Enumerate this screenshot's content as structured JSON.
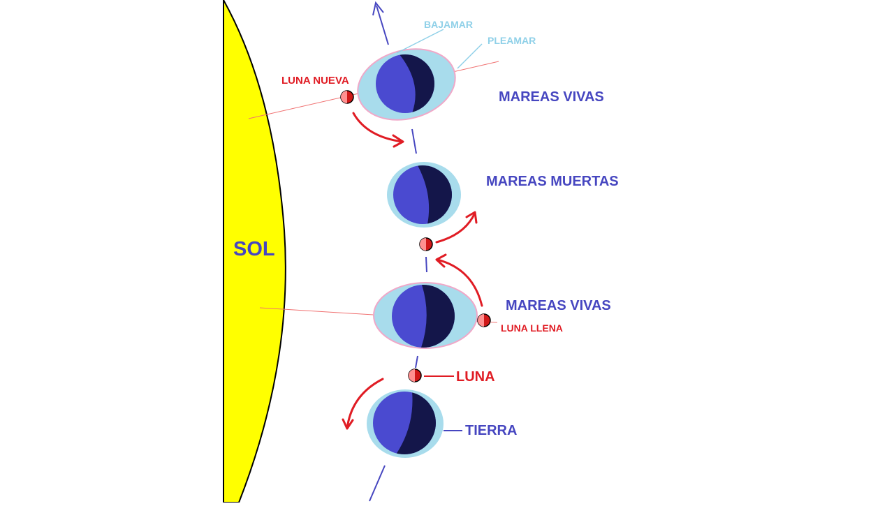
{
  "labels": {
    "sun": "SOL",
    "low_tide": "BAJAMAR",
    "high_tide": "PLEAMAR",
    "new_moon": "LUNA NUEVA",
    "full_moon": "LUNA LLENA",
    "moon": "LUNA",
    "earth": "TIERRA",
    "spring_tides_top": "MAREAS VIVAS",
    "neap_tides": "MAREAS MUERTAS",
    "spring_tides_bottom": "MAREAS VIVAS"
  },
  "colors": {
    "sun": "#ffff00",
    "sun_outline": "#000000",
    "water": "#a8dcec",
    "tide_outline": "#f0a8c8",
    "earth_day": "#4a4ad0",
    "earth_night": "#14164a",
    "moon": "#d01818",
    "moon_highlight": "#ff9090",
    "arrow": "#e01c24",
    "orbit_line": "#4646c0",
    "label_blue": "#4646c0",
    "label_red": "#e01c24",
    "label_lightblue": "#8fd0e8",
    "ray": "#f07070"
  }
}
